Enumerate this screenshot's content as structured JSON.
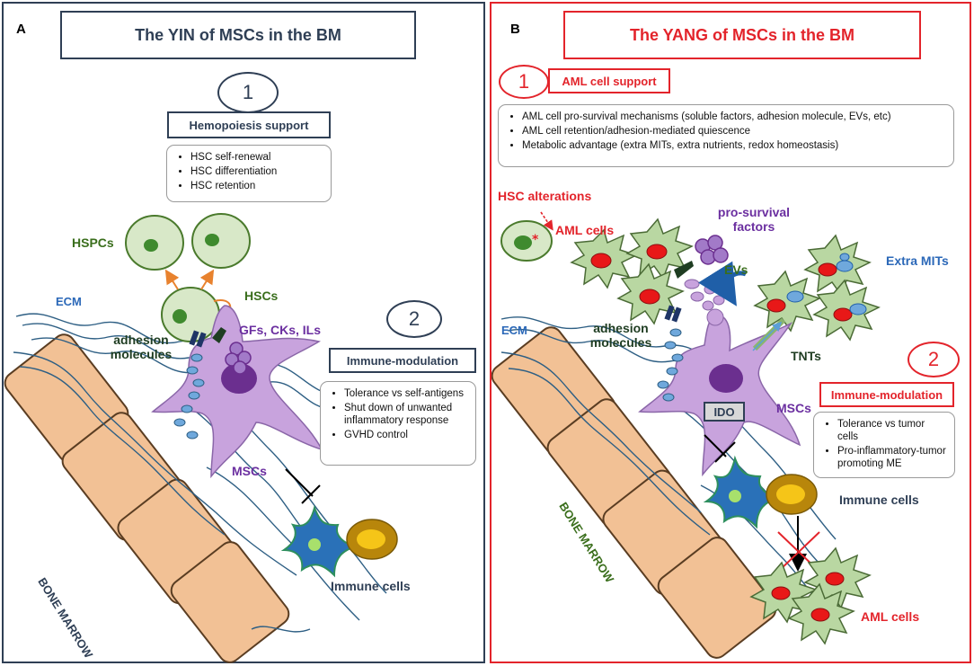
{
  "panel_a": {
    "letter": "A",
    "title": "The YIN of MSCs in the BM",
    "section1": {
      "number": "1",
      "heading": "Hemopoiesis support",
      "items": [
        "HSC self-renewal",
        "HSC differentiation",
        "HSC retention"
      ]
    },
    "section2": {
      "number": "2",
      "heading": "Immune-modulation",
      "items": [
        "Tolerance vs self-antigens",
        "Shut down of unwanted inflammatory response",
        "GVHD control"
      ]
    },
    "labels": {
      "hspcs": "HSPCs",
      "hscs": "HSCs",
      "ecm": "ECM",
      "adhesion": "adhesion molecules",
      "factors": "GFs, CKs, ILs",
      "mscs": "MSCs",
      "bone_marrow": "BONE MARROW",
      "immune_cells": "Immune cells"
    }
  },
  "panel_b": {
    "letter": "B",
    "title": "The YANG of MSCs in the BM",
    "section1": {
      "number": "1",
      "heading": "AML cell support",
      "items": [
        "AML cell pro-survival mechanisms (soluble factors, adhesion molecule, EVs, etc)",
        "AML cell retention/adhesion-mediated quiescence",
        "Metabolic advantage (extra MITs, extra nutrients, redox homeostasis)"
      ]
    },
    "section2": {
      "number": "2",
      "heading": "Immune-modulation",
      "items": [
        "Tolerance vs tumor cells",
        "Pro-inflammatory-tumor promoting ME"
      ]
    },
    "labels": {
      "hsc_alterations": "HSC alterations",
      "aml_cells_top": "AML cells",
      "pro_survival": "pro-survival factors",
      "evs": "EVs",
      "extra_mits": "Extra MITs",
      "ecm": "ECM",
      "adhesion": "adhesion molecules",
      "tnts": "TNTs",
      "ido": "IDO",
      "mscs": "MSCs",
      "bone_marrow": "BONE MARROW",
      "immune_cells": "Immune cells",
      "aml_cells_bottom": "AML cells"
    }
  },
  "colors": {
    "navy": "#2f3f55",
    "red": "#e3242b",
    "green_text": "#3a6e1c",
    "purple_text": "#6b2fa0",
    "blue_text": "#2b68b8",
    "bone": "#f2c195",
    "bone_stroke": "#5a3d22",
    "msc_fill": "#c8a3dd",
    "aml_fill": "#b9d7a2",
    "nucleus_red": "#e81818"
  }
}
